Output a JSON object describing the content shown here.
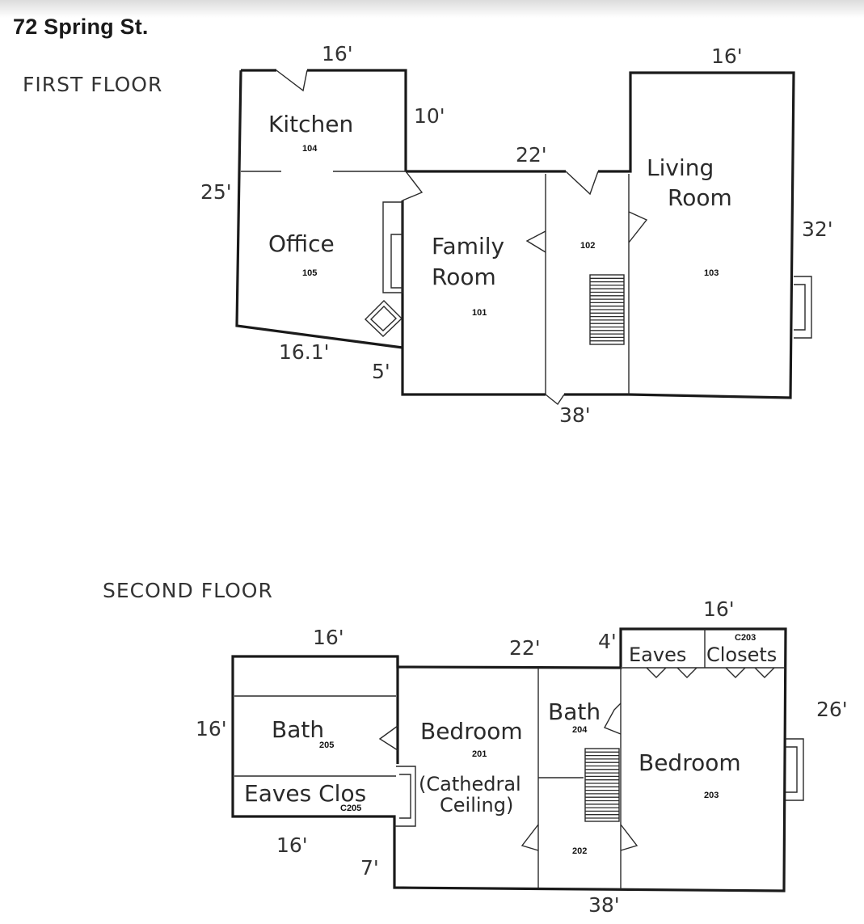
{
  "title": "72 Spring St.",
  "first_floor": {
    "label": "FIRST FLOOR",
    "rooms": [
      {
        "name": "Kitchen",
        "number": "104"
      },
      {
        "name": "Office",
        "number": "105"
      },
      {
        "name_line1": "Family",
        "name_line2": "Room",
        "number": "101"
      },
      {
        "name": "",
        "number": "102"
      },
      {
        "name_line1": "Living",
        "name_line2": "Room",
        "number": "103"
      }
    ],
    "dimensions": [
      "16'",
      "10'",
      "25'",
      "22'",
      "16'",
      "32'",
      "16.1'",
      "5'",
      "38'"
    ]
  },
  "second_floor": {
    "label": "SECOND FLOOR",
    "rooms": [
      {
        "name": "Bath",
        "number": "205"
      },
      {
        "name": "Eaves Clos",
        "number": "C205"
      },
      {
        "name": "Bedroom",
        "note_line1": "(Cathedral",
        "note_line2": "Ceiling)",
        "number": "201"
      },
      {
        "name": "Bath",
        "number": "204"
      },
      {
        "name": "",
        "number": "202"
      },
      {
        "name": "Bedroom",
        "number": "203"
      },
      {
        "name": "Eaves",
        "number": ""
      },
      {
        "name": "Closets",
        "number": "C203"
      }
    ],
    "dimensions": [
      "16'",
      "22'",
      "4'",
      "16'",
      "16'",
      "26'",
      "16'",
      "7'",
      "38'"
    ]
  }
}
